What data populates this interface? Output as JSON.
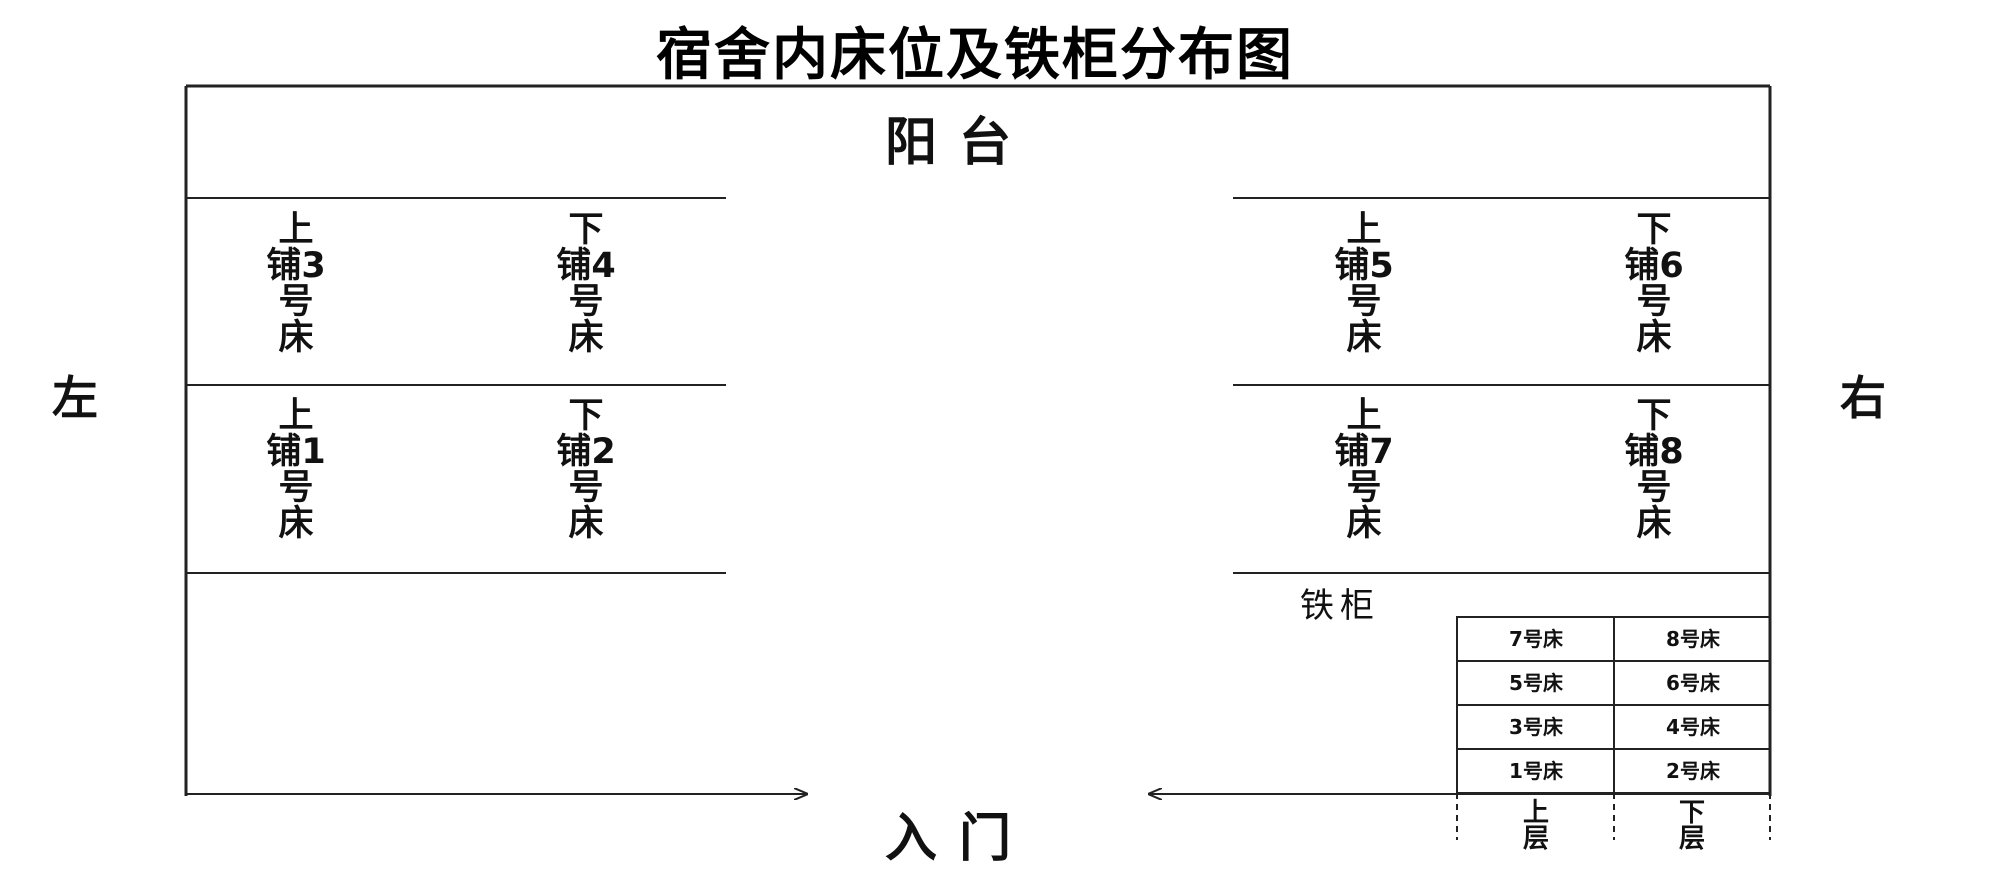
{
  "title": "宿舍内床位及铁柜分布图",
  "balcony": "阳台",
  "entrance": "入门",
  "left_label": "左",
  "right_label": "右",
  "beds": {
    "bed3": "上铺3号床",
    "bed4": "下铺4号床",
    "bed5": "上铺5号床",
    "bed6": "下铺6号床",
    "bed1": "上铺1号床",
    "bed2": "下铺2号床",
    "bed7": "上铺7号床",
    "bed8": "下铺8号床"
  },
  "locker": {
    "label": "铁柜",
    "cells": [
      "7号床",
      "8号床",
      "5号床",
      "6号床",
      "3号床",
      "4号床",
      "1号床",
      "2号床"
    ],
    "upper_layer": "上层",
    "lower_layer": "下层"
  }
}
